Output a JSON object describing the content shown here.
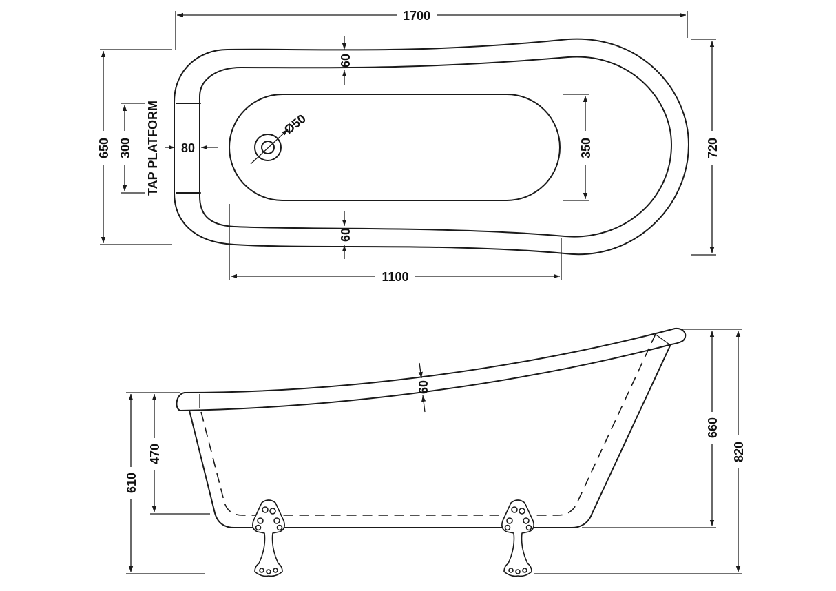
{
  "plan_view": {
    "overall_length": "1700",
    "overall_width_at_head": "720",
    "width_at_tap_end": "650",
    "tap_platform_label": "TAP PLATFORM",
    "tap_platform_length": "300",
    "tap_platform_depth": "80",
    "rim_width_top": "60",
    "rim_width_bottom": "60",
    "waste_diameter": "Ø50",
    "inner_base_length": "1100",
    "inner_base_width": "350"
  },
  "side_view": {
    "rim_width": "60",
    "height_at_tap_end": "610",
    "inner_depth": "470",
    "height_at_head": "820",
    "headrest_rise": "660"
  }
}
